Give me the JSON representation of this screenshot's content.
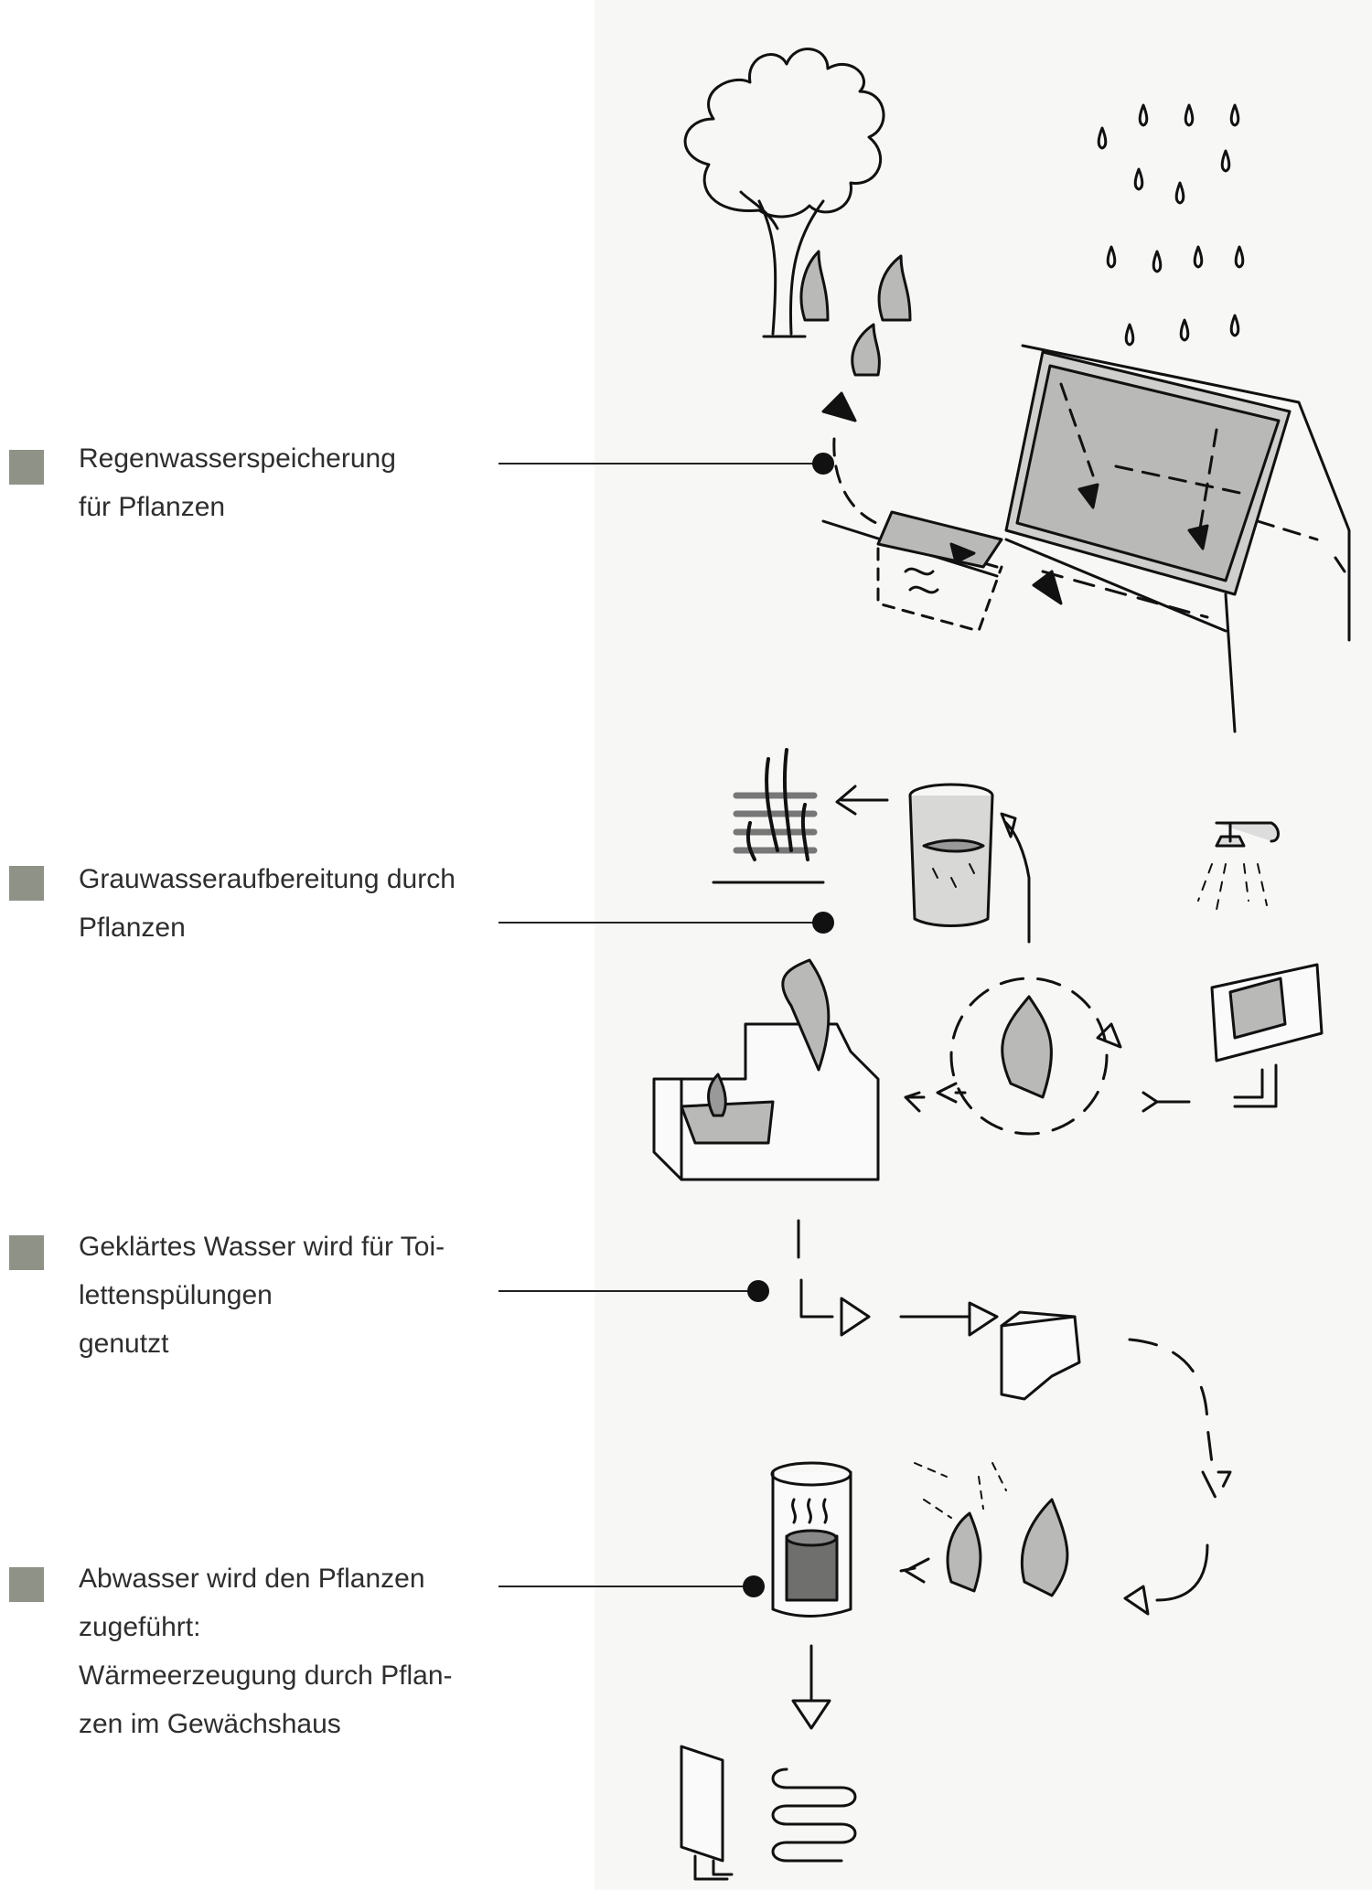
{
  "labels": [
    {
      "id": "rainwater",
      "lines": [
        "Regenwasserspeicherung",
        "für Pflanzen"
      ]
    },
    {
      "id": "greywater",
      "lines": [
        "Grauwasseraufbereitung durch",
        "Pflanzen"
      ]
    },
    {
      "id": "toilet",
      "lines": [
        "Geklärtes Wasser wird für Toi-",
        "lettenspülungen",
        "genutzt"
      ]
    },
    {
      "id": "wastewater",
      "lines": [
        "Abwasser wird den Pflanzen",
        "zugeführt:",
        "Wärmeerzeugung durch Pflan-",
        "zen im Gewächshaus"
      ]
    }
  ],
  "colors": {
    "bullet": "#8e9287",
    "ink": "#111111",
    "fill": "#b9b9b7",
    "paper": "#f7f7f6"
  },
  "icons": [
    "tree-icon",
    "rain-icon",
    "roof-icon",
    "rain-tank-icon",
    "water-glass-icon",
    "shower-icon",
    "sink-icon",
    "plant-bed-icon",
    "toilet-icon",
    "heat-tank-icon",
    "radiator-icon"
  ]
}
